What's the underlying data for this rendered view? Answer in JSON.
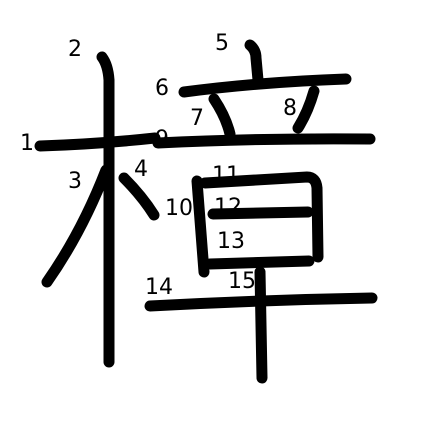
{
  "character": "樟",
  "colors": {
    "stroke": "#000000",
    "number": "#000000",
    "background": "#ffffff"
  },
  "strokes": [
    {
      "number": "1"
    },
    {
      "number": "2"
    },
    {
      "number": "3"
    },
    {
      "number": "4"
    },
    {
      "number": "5"
    },
    {
      "number": "6"
    },
    {
      "number": "7"
    },
    {
      "number": "8"
    },
    {
      "number": "9"
    },
    {
      "number": "10"
    },
    {
      "number": "11"
    },
    {
      "number": "12"
    },
    {
      "number": "13"
    },
    {
      "number": "14"
    },
    {
      "number": "15"
    }
  ]
}
